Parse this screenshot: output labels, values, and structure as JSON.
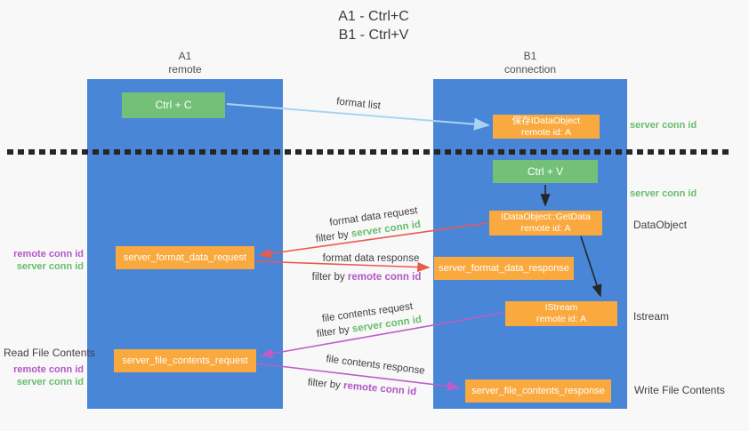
{
  "title": {
    "line1": "A1 - Ctrl+C",
    "line2": "B1 - Ctrl+V"
  },
  "columns": {
    "left": {
      "name": "A1",
      "role": "remote"
    },
    "right": {
      "name": "B1",
      "role": "connection"
    }
  },
  "nodes": {
    "ctrl_c": "Ctrl + C",
    "save_idataobject": {
      "line1": "保存IDataObject",
      "line2": "remote id: A"
    },
    "ctrl_v": "Ctrl + V",
    "getdata": {
      "line1": "IDataObject::GetData",
      "line2": "remote id: A"
    },
    "format_data_request": "server_format_data_request",
    "format_data_response": "server_format_data_response",
    "istream": {
      "line1": "IStream",
      "line2": "remote id: A"
    },
    "file_contents_request": "server_file_contents_request",
    "file_contents_response": "server_file_contents_response"
  },
  "flow_labels": {
    "format_list": "format list",
    "format_data_request": "format data request",
    "format_data_response": "format data response",
    "file_contents_request": "file contents request",
    "file_contents_response": "file contents response",
    "filter_by": "filter by"
  },
  "side_labels": {
    "remote_conn_id": "remote conn id",
    "server_conn_id": "server conn id",
    "read_file_contents": "Read File Contents",
    "write_file_contents": "Write File Contents",
    "dataobject": "DataObject",
    "istream": "Istream"
  },
  "colors": {
    "column_blue": "#4a86d8",
    "button_green": "#74c078",
    "box_orange": "#f9a93e",
    "label_green": "#67bd6b",
    "label_purple": "#b158c4",
    "arrow_blue": "#a9d4f1",
    "arrow_red": "#e9594e",
    "arrow_magenta": "#bc5ec6",
    "arrow_black": "#262626",
    "text_dark": "#3d3d3d"
  }
}
